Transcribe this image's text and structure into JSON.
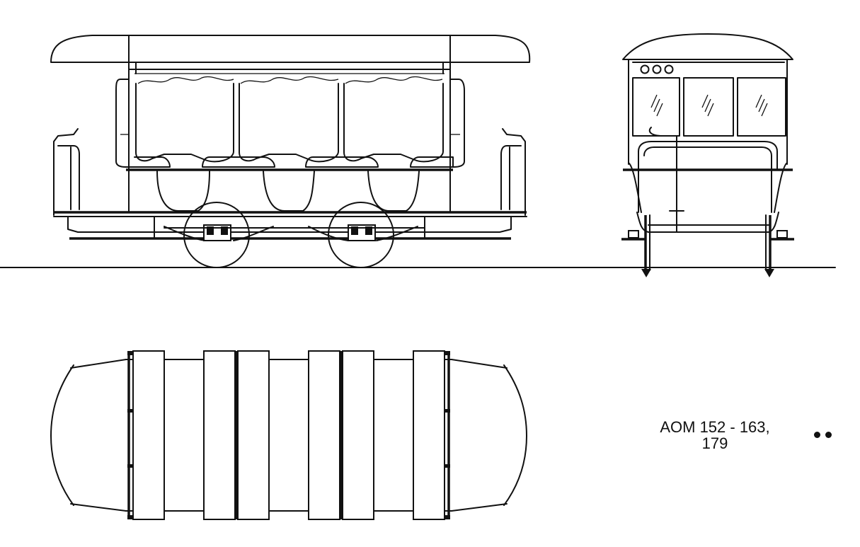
{
  "drawing": {
    "views": [
      "side-elevation",
      "end-elevation",
      "plan-view"
    ],
    "caption": {
      "line1": "AOM 152 - 163,",
      "line2": "179"
    },
    "marker_dots": 2,
    "colors": {
      "ink": "#111111",
      "paper": "#ffffff"
    }
  }
}
